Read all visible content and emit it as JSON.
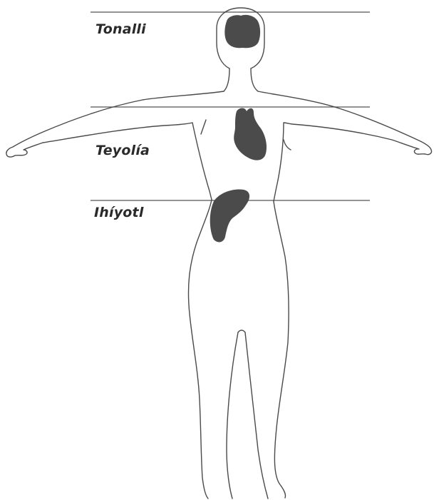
{
  "labels": {
    "tonalli": "Tonalli",
    "teyolia": "Teyolía",
    "ihiyotl": "Ihíyotl"
  },
  "colors": {
    "outline": "#4a4a4a",
    "organ_fill": "#4b4b4b",
    "divider": "#555555",
    "background": "#ffffff"
  }
}
